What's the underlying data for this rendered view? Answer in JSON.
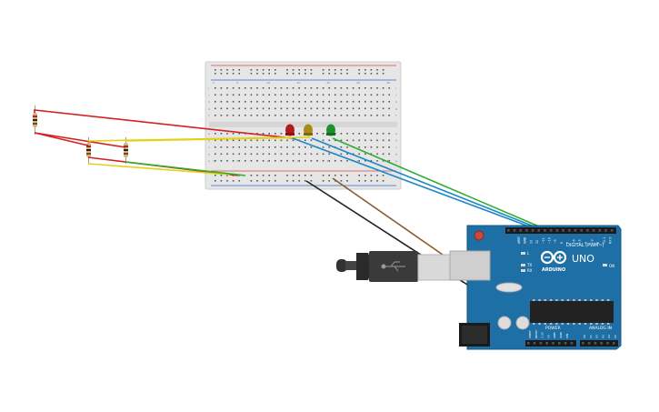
{
  "arduino": {
    "logo_text": "ARDUINO",
    "model": "UNO",
    "digital_label": "DIGITAL (PWM~)",
    "power_label": "POWER",
    "analog_label": "ANALOG IN",
    "on_label": "ON",
    "tx_label": "TX",
    "rx_label": "RX",
    "l_label": "L",
    "pin_labels_top": [
      "AREF",
      "GND",
      "13",
      "12",
      "~11",
      "~10",
      "~9",
      "8",
      "7",
      "~6",
      "~5",
      "4",
      "~3",
      "2",
      "TX 1",
      "RX 0"
    ],
    "pin_labels_power": [
      "IOREF",
      "RESET",
      "3.3V",
      "5V",
      "GND",
      "GND",
      "VIN"
    ],
    "pin_labels_analog": [
      "A0",
      "A1",
      "A2",
      "A3",
      "A4",
      "A5"
    ]
  },
  "breadboard": {
    "row_numbers": [
      "1",
      "",
      "",
      "",
      "5",
      "",
      "",
      "",
      "",
      "10",
      "",
      "",
      "",
      "",
      "15",
      "",
      "",
      "",
      "",
      "20",
      "",
      "",
      "",
      "",
      "25",
      "",
      "",
      "",
      "",
      "30"
    ],
    "row_letters_top": [
      "j",
      "i",
      "h",
      "g",
      "f"
    ],
    "row_letters_bottom": [
      "e",
      "d",
      "c",
      "b",
      "a"
    ]
  },
  "leds": [
    {
      "name": "red-led",
      "color": "#b01c1c"
    },
    {
      "name": "yellow-led",
      "color": "#a88a16"
    },
    {
      "name": "green-led",
      "color": "#1f8f2a"
    }
  ],
  "wire_colors": {
    "red": "#d42020",
    "yellow": "#e3d114",
    "green": "#2fae2f",
    "blue": "#1e88c8",
    "black": "#222222",
    "brown": "#8b5a2b"
  },
  "colors": {
    "board_blue": "#1d6fa5",
    "board_dark": "#15577f",
    "breadboard": "#e4e4e4"
  }
}
